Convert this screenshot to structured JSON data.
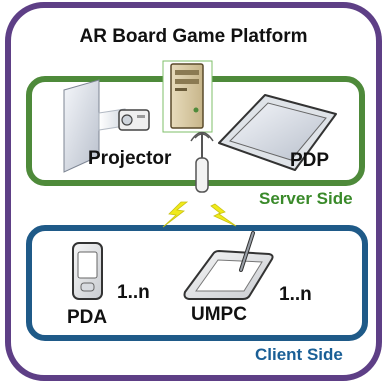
{
  "diagram": {
    "title": "AR Board Game Platform",
    "server": {
      "label": "Server Side",
      "nodes": {
        "projector": "Projector",
        "pdp": "PDP"
      }
    },
    "client": {
      "label": "Client Side",
      "nodes": {
        "pda": {
          "label": "PDA",
          "multiplicity": "1..n"
        },
        "umpc": {
          "label": "UMPC",
          "multiplicity": "1..n"
        }
      }
    }
  },
  "colors": {
    "outer_border": "#5e3f86",
    "server_border": "#4e8a3a",
    "client_border": "#1f5a88",
    "lightning": "#f0ea1a"
  }
}
